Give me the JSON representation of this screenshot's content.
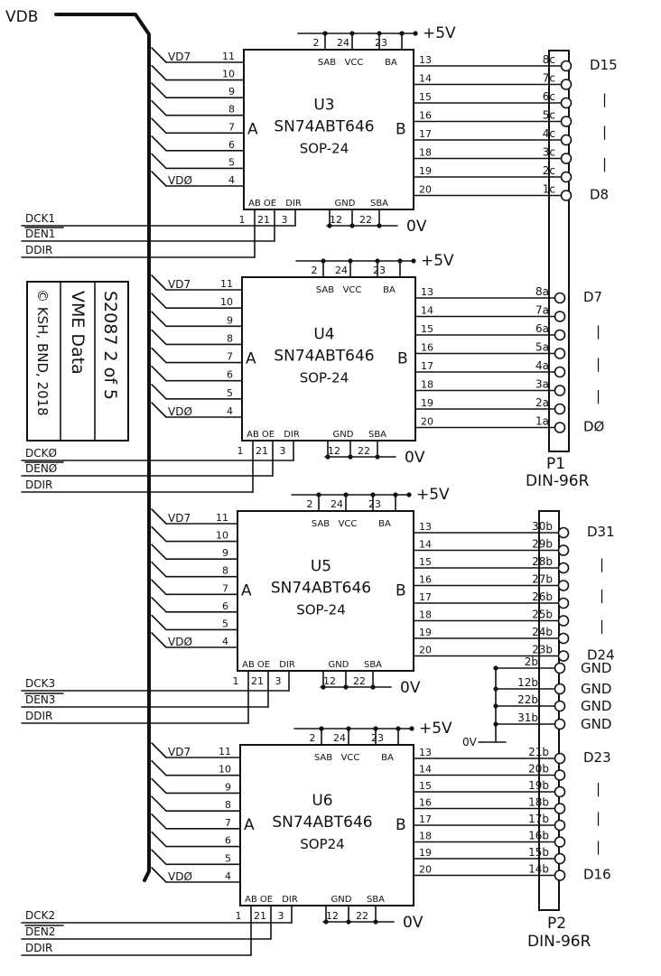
{
  "top_bus_label": "VDB",
  "gnd_label": "GND",
  "dash_label": "|",
  "title_block": {
    "sheet": "S2087 2 of 5",
    "subject": "VME Data",
    "copyright": "© KSH, BND, 2018"
  },
  "connectors": [
    {
      "ref": "P1",
      "type": "DIN-96R"
    },
    {
      "ref": "P2",
      "type": "DIN-96R"
    }
  ],
  "chips": [
    {
      "ref": "U3",
      "part": "SN74ABT646",
      "package": "SOP-24",
      "power": "+5V",
      "ground": "0V",
      "top_pins": [
        "2",
        "24",
        "23"
      ],
      "top_labels": [
        "SAB",
        "VCC",
        "BA"
      ],
      "bottom_pins": [
        "1",
        "21",
        "3",
        "12",
        "22"
      ],
      "bottom_labels": [
        "AB",
        "OE",
        "DIR",
        "GND",
        "SBA"
      ],
      "side_a": "A",
      "side_b": "B",
      "a_labels": [
        "VD7",
        "",
        "",
        "",
        "",
        "",
        "",
        "VDØ"
      ],
      "a_pins": [
        "11",
        "10",
        "9",
        "8",
        "7",
        "6",
        "5",
        "4"
      ],
      "b_pins": [
        "13",
        "14",
        "15",
        "16",
        "17",
        "18",
        "19",
        "20"
      ],
      "contacts": [
        "8c",
        "7c",
        "6c",
        "5c",
        "4c",
        "3c",
        "2c",
        "1c"
      ],
      "ctrl": [
        "DCK1",
        "DEN1",
        "DDIR"
      ],
      "data_hi": "D15",
      "data_lo": "D8"
    },
    {
      "ref": "U4",
      "part": "SN74ABT646",
      "package": "SOP-24",
      "power": "+5V",
      "ground": "0V",
      "top_pins": [
        "2",
        "24",
        "23"
      ],
      "top_labels": [
        "SAB",
        "VCC",
        "BA"
      ],
      "bottom_pins": [
        "1",
        "21",
        "3",
        "12",
        "22"
      ],
      "bottom_labels": [
        "AB",
        "OE",
        "DIR",
        "GND",
        "SBA"
      ],
      "side_a": "A",
      "side_b": "B",
      "a_labels": [
        "VD7",
        "",
        "",
        "",
        "",
        "",
        "",
        "VDØ"
      ],
      "a_pins": [
        "11",
        "10",
        "9",
        "8",
        "7",
        "6",
        "5",
        "4"
      ],
      "b_pins": [
        "13",
        "14",
        "15",
        "16",
        "17",
        "18",
        "19",
        "20"
      ],
      "contacts": [
        "8a",
        "7a",
        "6a",
        "5a",
        "4a",
        "3a",
        "2a",
        "1a"
      ],
      "ctrl": [
        "DCKØ",
        "DENØ",
        "DDIR"
      ],
      "data_hi": "D7",
      "data_lo": "DØ"
    },
    {
      "ref": "U5",
      "part": "SN74ABT646",
      "package": "SOP-24",
      "power": "+5V",
      "ground": "0V",
      "top_pins": [
        "2",
        "24",
        "23"
      ],
      "top_labels": [
        "SAB",
        "VCC",
        "BA"
      ],
      "bottom_pins": [
        "1",
        "21",
        "3",
        "12",
        "22"
      ],
      "bottom_labels": [
        "AB",
        "OE",
        "DIR",
        "GND",
        "SBA"
      ],
      "side_a": "A",
      "side_b": "B",
      "a_labels": [
        "VD7",
        "",
        "",
        "",
        "",
        "",
        "",
        "VDØ"
      ],
      "a_pins": [
        "11",
        "10",
        "9",
        "8",
        "7",
        "6",
        "5",
        "4"
      ],
      "b_pins": [
        "13",
        "14",
        "15",
        "16",
        "17",
        "18",
        "19",
        "20"
      ],
      "contacts": [
        "30b",
        "29b",
        "28b",
        "27b",
        "26b",
        "25b",
        "24b",
        "23b"
      ],
      "ctrl": [
        "DCK3",
        "DEN3",
        "DDIR"
      ],
      "data_hi": "D31",
      "data_lo": "D24"
    },
    {
      "ref": "U6",
      "part": "SN74ABT646",
      "package": "SOP24",
      "power": "+5V",
      "ground": "0V",
      "top_pins": [
        "2",
        "24",
        "23"
      ],
      "top_labels": [
        "SAB",
        "VCC",
        "BA"
      ],
      "bottom_pins": [
        "1",
        "21",
        "3",
        "12",
        "22"
      ],
      "bottom_labels": [
        "AB",
        "OE",
        "DIR",
        "GND",
        "SBA"
      ],
      "side_a": "A",
      "side_b": "B",
      "a_labels": [
        "VD7",
        "",
        "",
        "",
        "",
        "",
        "",
        "VDØ"
      ],
      "a_pins": [
        "11",
        "10",
        "9",
        "8",
        "7",
        "6",
        "5",
        "4"
      ],
      "b_pins": [
        "13",
        "14",
        "15",
        "16",
        "17",
        "18",
        "19",
        "20"
      ],
      "contacts": [
        "21b",
        "20b",
        "19b",
        "18b",
        "17b",
        "16b",
        "15b",
        "14b"
      ],
      "ctrl": [
        "DCK2",
        "DEN2",
        "DDIR"
      ],
      "data_hi": "D23",
      "data_lo": "D16"
    }
  ],
  "gnd_contacts": [
    "2b",
    "12b",
    "22b",
    "31b"
  ],
  "gnd_node_label": "0V"
}
